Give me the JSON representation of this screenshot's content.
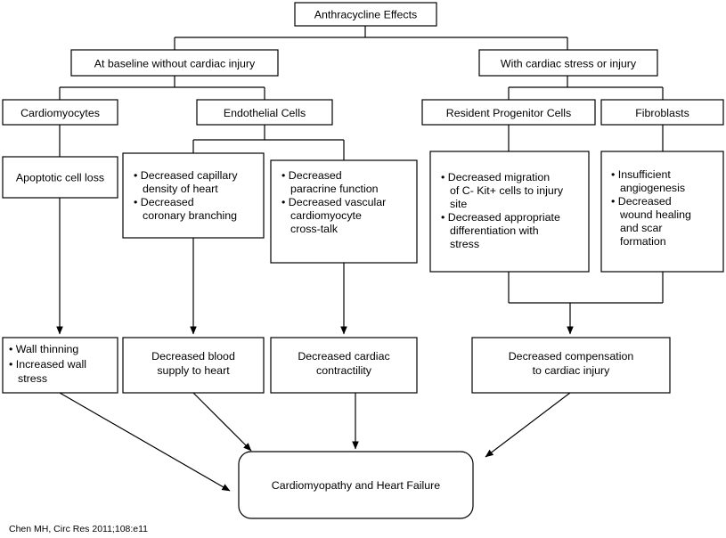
{
  "figure": {
    "title": "Anthracycline Effects pathway flowchart",
    "citation": "Chen MH, Circ Res 2011;108:e11"
  },
  "chart_data": {
    "type": "diagram",
    "title": "Anthracycline Effects",
    "orientation": "top-down",
    "nodes": {
      "root": "Anthracycline Effects",
      "branch_left": "At baseline without cardiac injury",
      "branch_right": "With cardiac stress or injury",
      "cell_cardiomyocytes": "Cardiomyocytes",
      "cell_endothelial": "Endothelial Cells",
      "cell_progenitor": "Resident Progenitor Cells",
      "cell_fibroblasts": "Fibroblasts",
      "detail_apoptotic_line1": "Apoptotic cell loss",
      "detail_capillary_b1_l1": "Decreased capillary",
      "detail_capillary_b1_l2": "density of heart",
      "detail_capillary_b2_l1": "Decreased",
      "detail_capillary_b2_l2": "coronary branching",
      "detail_paracrine_b1_l1": "Decreased",
      "detail_paracrine_b1_l2": "paracrine function",
      "detail_paracrine_b2_l1": "Decreased vascular",
      "detail_paracrine_b2_l2": "cardiomyocyte",
      "detail_paracrine_b2_l3": "cross-talk",
      "detail_progenitor_b1_l1": "Decreased migration",
      "detail_progenitor_b1_l2": "of C- Kit+ cells to injury",
      "detail_progenitor_b1_l3": "site",
      "detail_progenitor_b2_l1": "Decreased appropriate",
      "detail_progenitor_b2_l2": "differentiation with",
      "detail_progenitor_b2_l3": "stress",
      "detail_fibroblast_b1_l1": "Insufficient",
      "detail_fibroblast_b1_l2": "angiogenesis",
      "detail_fibroblast_b2_l1": "Decreased",
      "detail_fibroblast_b2_l2": "wound healing",
      "detail_fibroblast_b2_l3": "and scar",
      "detail_fibroblast_b2_l4": "formation",
      "outcome_wall_b1_l1": "Wall thinning",
      "outcome_wall_b2_l1": "Increased wall",
      "outcome_wall_b2_l2": "stress",
      "outcome_blood_l1": "Decreased blood",
      "outcome_blood_l2": "supply to heart",
      "outcome_contract_l1": "Decreased cardiac",
      "outcome_contract_l2": "contractility",
      "outcome_compensation_l1": "Decreased compensation",
      "outcome_compensation_l2": "to cardiac injury",
      "final_outcome": "Cardiomyopathy and Heart Failure"
    },
    "edges": [
      {
        "from": "root",
        "to": "branch_left"
      },
      {
        "from": "root",
        "to": "branch_right"
      },
      {
        "from": "branch_left",
        "to": "cell_cardiomyocytes"
      },
      {
        "from": "branch_left",
        "to": "cell_endothelial"
      },
      {
        "from": "branch_right",
        "to": "cell_progenitor"
      },
      {
        "from": "branch_right",
        "to": "cell_fibroblasts"
      },
      {
        "from": "cell_cardiomyocytes",
        "to": "detail_apoptotic"
      },
      {
        "from": "cell_endothelial",
        "to": "detail_capillary"
      },
      {
        "from": "cell_endothelial",
        "to": "detail_paracrine"
      },
      {
        "from": "cell_progenitor",
        "to": "detail_progenitor"
      },
      {
        "from": "cell_fibroblasts",
        "to": "detail_fibroblast"
      },
      {
        "from": "detail_apoptotic",
        "to": "outcome_wall",
        "arrow": true
      },
      {
        "from": "detail_capillary",
        "to": "outcome_blood",
        "arrow": true
      },
      {
        "from": "detail_paracrine",
        "to": "outcome_contract",
        "arrow": true
      },
      {
        "from": "detail_progenitor",
        "to": "outcome_compensation",
        "arrow": true
      },
      {
        "from": "detail_fibroblast",
        "to": "outcome_compensation",
        "arrow": true
      },
      {
        "from": "outcome_wall",
        "to": "final_outcome",
        "arrow": true
      },
      {
        "from": "outcome_blood",
        "to": "final_outcome",
        "arrow": true
      },
      {
        "from": "outcome_contract",
        "to": "final_outcome",
        "arrow": true
      },
      {
        "from": "outcome_compensation",
        "to": "final_outcome",
        "arrow": true
      }
    ],
    "colors": {
      "box_fill": "#ffffff",
      "box_stroke": "#000000",
      "text": "#000000",
      "background": "#ffffff"
    }
  }
}
